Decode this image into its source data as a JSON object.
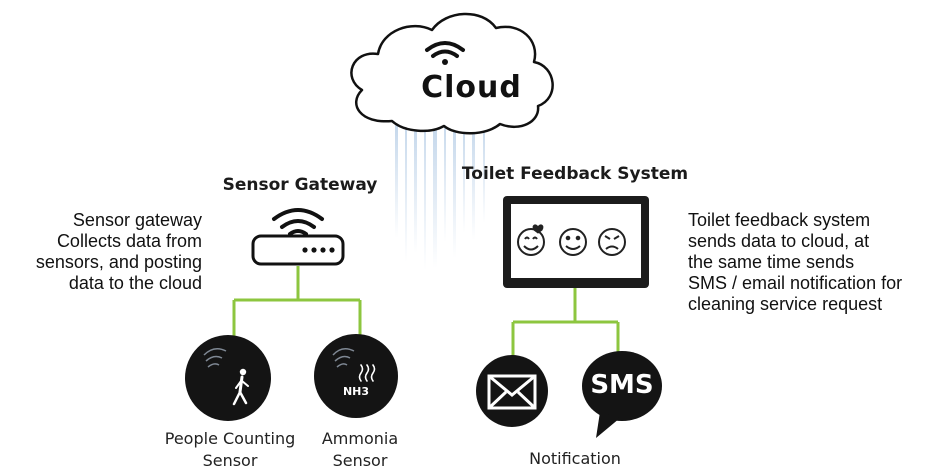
{
  "cloud": {
    "label": "Cloud",
    "icon": "wifi-icon"
  },
  "gateway": {
    "title": "Sensor Gateway",
    "icon": "router-icon",
    "description": [
      "Sensor gateway",
      "Collects data from",
      "sensors, and posting",
      "data to the cloud"
    ]
  },
  "feedback": {
    "title": "Toilet Feedback System",
    "faces": [
      "love-face-icon",
      "smile-face-icon",
      "angry-face-icon"
    ],
    "description": [
      "Toilet feedback system",
      "sends data to cloud, at",
      "the same time sends",
      "SMS / email notification for",
      "cleaning service request"
    ]
  },
  "sensors": {
    "people": {
      "line1": "People Counting",
      "line2": "Sensor",
      "icon": "walking-person-icon"
    },
    "ammonia": {
      "line1": "Ammonia",
      "line2": "Sensor",
      "badge": "NH3",
      "icon": "gas-icon"
    }
  },
  "notification": {
    "label": "Notification",
    "sms_text": "SMS",
    "icons": [
      "envelope-icon",
      "sms-bubble-icon"
    ]
  },
  "colors": {
    "connector": "#8dc63f",
    "dark": "#1c1c1c",
    "signal": "#8fb3d9"
  }
}
